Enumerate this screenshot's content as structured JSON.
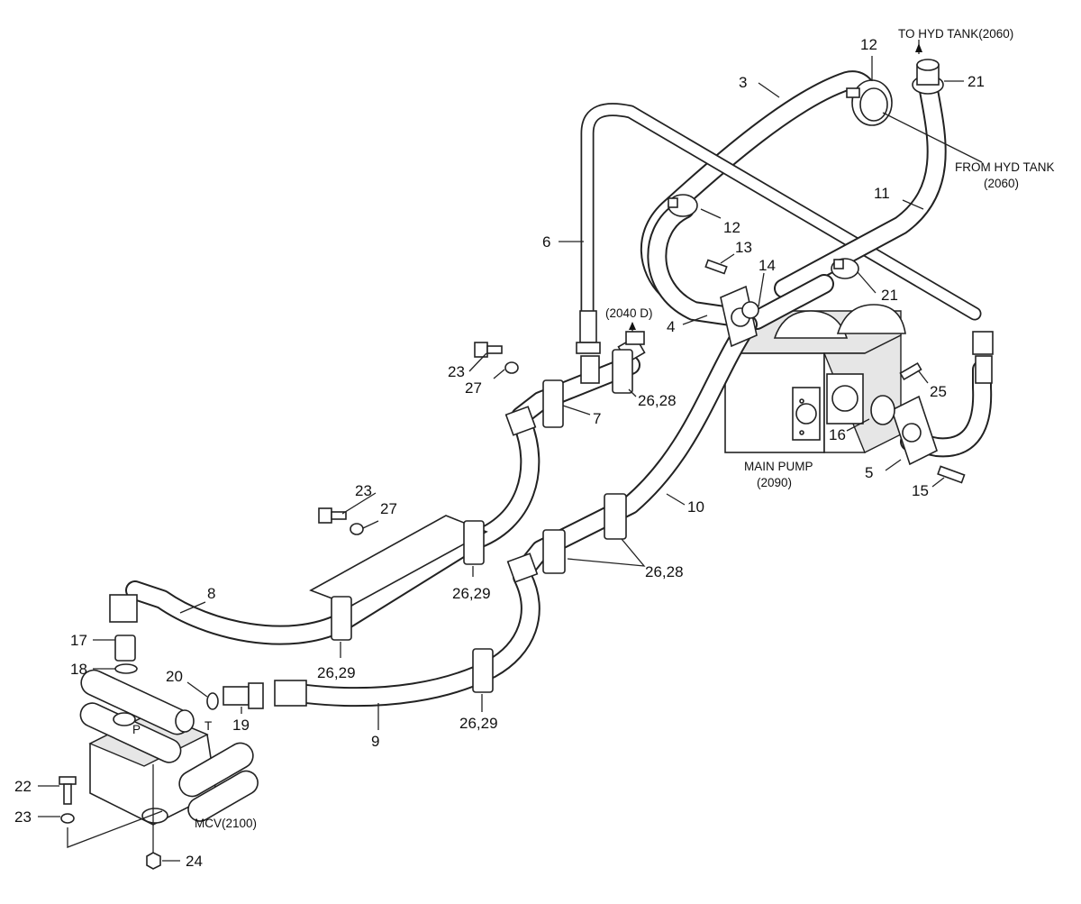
{
  "diagram": {
    "labels": {
      "to_hyd_tank": "TO HYD TANK(2060)",
      "from_hyd_tank_line1": "FROM HYD TANK",
      "from_hyd_tank_line2": "(2060)",
      "main_pump_line1": "MAIN PUMP",
      "main_pump_line2": "(2090)",
      "mcv": "MCV(2100)",
      "ref_2040d": "(2040 D)",
      "port_p": "P",
      "port_t": "T"
    },
    "callouts": {
      "c3": "3",
      "c4": "4",
      "c5": "5",
      "c6": "6",
      "c7": "7",
      "c8": "8",
      "c9": "9",
      "c10": "10",
      "c11": "11",
      "c12_top": "12",
      "c12_mid": "12",
      "c13": "13",
      "c14": "14",
      "c15": "15",
      "c16": "16",
      "c17": "17",
      "c18": "18",
      "c19": "19",
      "c20": "20",
      "c21_top": "21",
      "c21_mid": "21",
      "c22": "22",
      "c23_upper": "23",
      "c23_mid": "23",
      "c23_lower": "23",
      "c24": "24",
      "c25": "25",
      "c27_upper": "27",
      "c27_mid": "27",
      "c26_28_upper": "26,28",
      "c26_28_lower": "26,28",
      "c26_29_a": "26,29",
      "c26_29_b": "26,29",
      "c26_29_c": "26,29"
    }
  }
}
